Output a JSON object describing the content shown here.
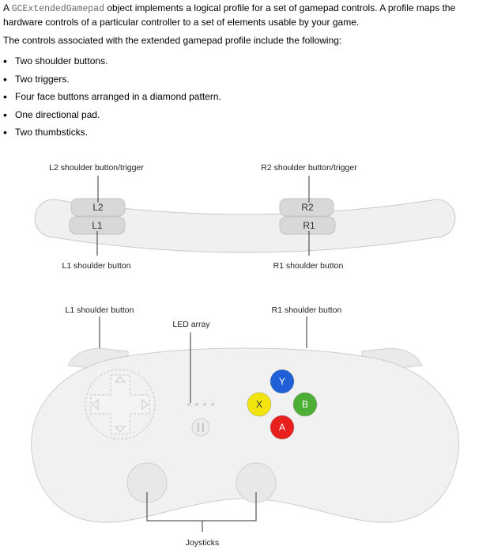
{
  "intro": {
    "before_code": "A ",
    "code": "GCExtendedGamepad",
    "after_code": " object implements a logical profile for a set of gamepad controls. A profile maps the hardware controls of a particular controller to a set of elements usable by your game."
  },
  "lead": "The controls associated with the extended gamepad profile include the following:",
  "features": [
    "Two shoulder buttons.",
    "Two triggers.",
    "Four face buttons arranged in a diamond pattern.",
    "One directional pad.",
    "Two thumbsticks."
  ],
  "top_view": {
    "label_l2": "L2 shoulder button/trigger",
    "label_r2": "R2 shoulder button/trigger",
    "label_l1": "L1 shoulder button",
    "label_r1": "R1 shoulder button",
    "btn_l2": "L2",
    "btn_l1": "L1",
    "btn_r2": "R2",
    "btn_r1": "R1"
  },
  "front_view": {
    "label_l1": "L1 shoulder button",
    "label_r1": "R1 shoulder button",
    "label_led": "LED array",
    "label_joysticks": "Joysticks",
    "btn_y": "Y",
    "btn_x": "X",
    "btn_b": "B",
    "btn_a": "A"
  },
  "colors": {
    "y": "#1f5fd8",
    "x": "#f2e40a",
    "b": "#4cae34",
    "a": "#e8201e"
  }
}
